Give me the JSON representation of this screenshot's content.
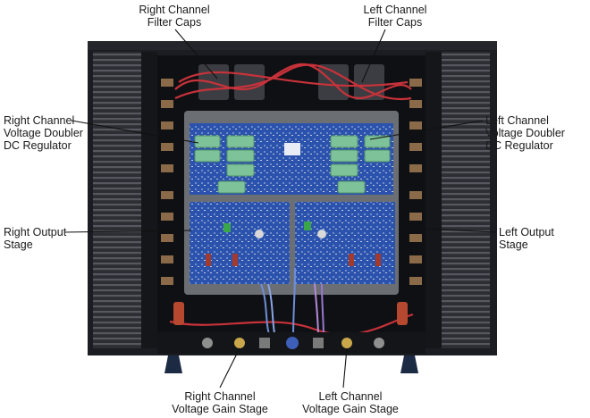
{
  "labels": {
    "right_filter_caps": [
      "Right Channel",
      "Filter Caps"
    ],
    "left_filter_caps": [
      "Left Channel",
      "Filter Caps"
    ],
    "right_regulator": [
      "Right Channel",
      "Voltage Doubler",
      "DC Regulator"
    ],
    "left_regulator": [
      "Left Channel",
      "Voltage Doubler",
      "DC Regulator"
    ],
    "right_output": [
      "Right Output",
      "Stage"
    ],
    "left_output": [
      "Left Output",
      "Stage"
    ],
    "right_gain": [
      "Right Channel",
      "Voltage Gain Stage"
    ],
    "left_gain": [
      "Left Channel",
      "Voltage Gain Stage"
    ]
  },
  "colors": {
    "chassis": "#1b1d22",
    "heatsink": "#2e3036",
    "pcb": "#2a4fa6",
    "mount_plate": "#6b6e73",
    "cap_green": "#7ec29a",
    "wire_red": "#c8323a",
    "wire_blue": "#6f8fd8"
  }
}
